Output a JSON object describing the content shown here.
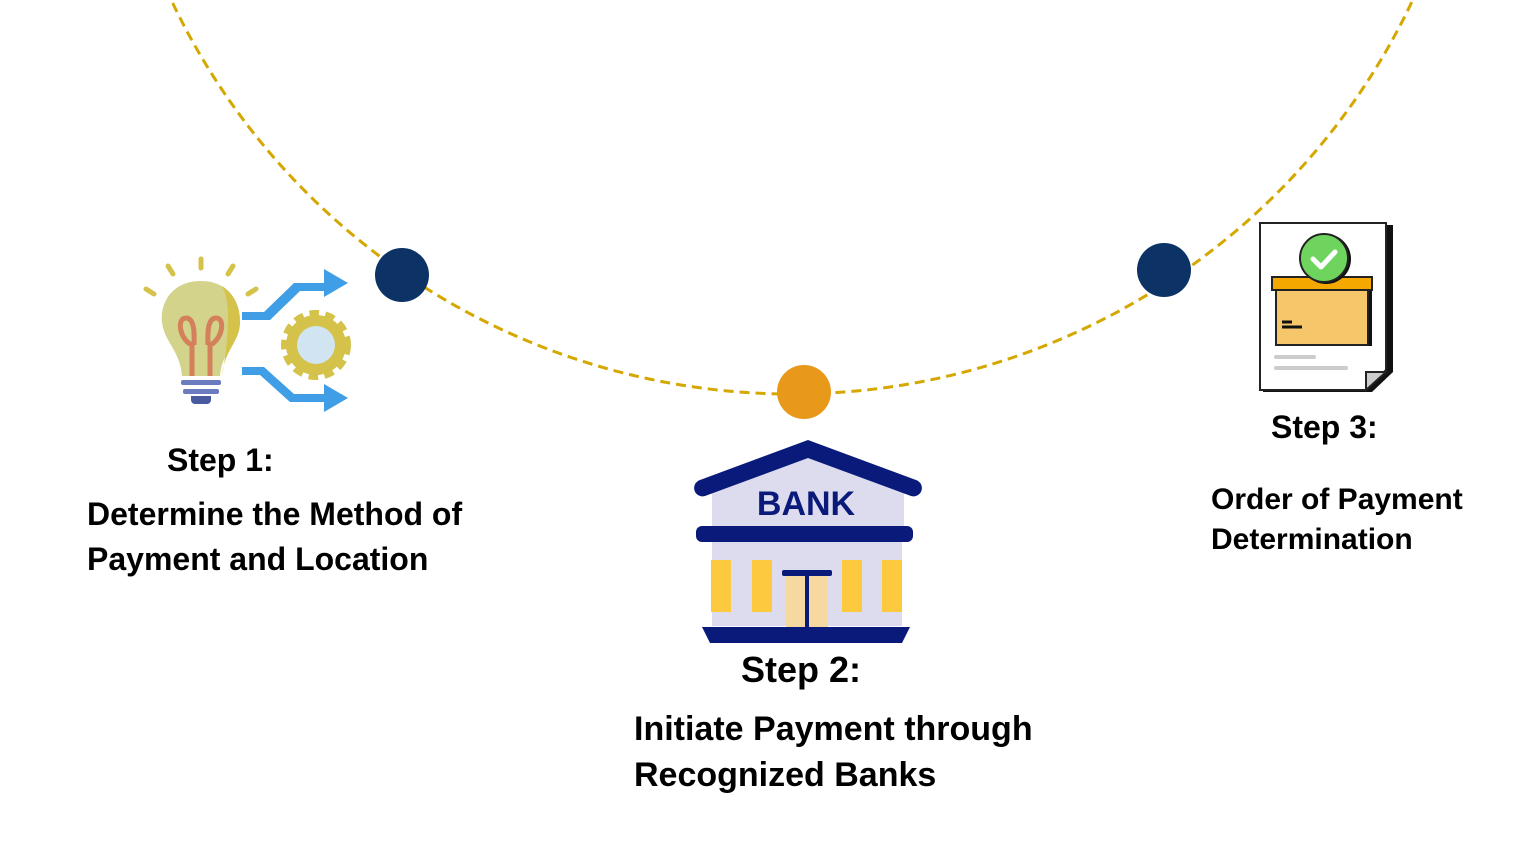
{
  "colors": {
    "arc": "#d4a800",
    "node_dark": "#0d3366",
    "node_active": "#e8991a",
    "bank_navy": "#0a1a7a"
  },
  "steps": [
    {
      "heading": "Step 1:",
      "body_line1": "Determine the Method of",
      "body_line2": "Payment and Location",
      "icon": "lightbulb-gear-arrows-icon"
    },
    {
      "heading": "Step 2:",
      "body_line1": "Initiate Payment through",
      "body_line2": "Recognized Banks",
      "icon": "bank-icon",
      "icon_label": "BANK"
    },
    {
      "heading": "Step 3:",
      "body_line1": "Order of Payment",
      "body_line2": "Determination",
      "icon": "document-box-check-icon"
    }
  ]
}
